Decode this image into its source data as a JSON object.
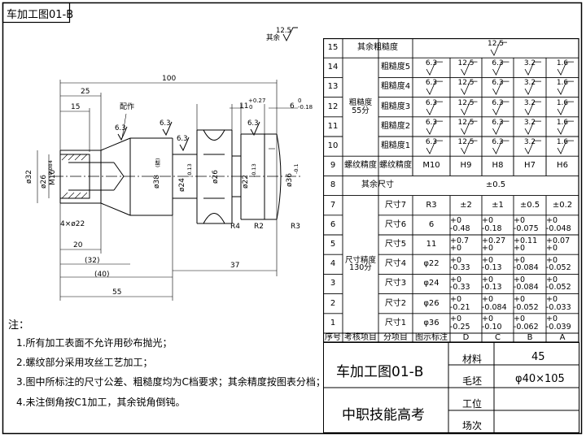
{
  "corner_title": "车加工图01-B",
  "top_roughness": {
    "value": "12.5",
    "label": "其余"
  },
  "drawing": {
    "dims": {
      "d100": "100",
      "d25": "25",
      "d15": "15",
      "d20": "20",
      "d32": "(32)",
      "d40": "(40)",
      "d55": "55",
      "d37": "37",
      "d4x22": "4×ø22",
      "d11": "11",
      "d11_tol": "+0.27",
      "d11_tol2": "0",
      "d6": "6",
      "d6_tol": "0",
      "d6_tol2": "-0.18",
      "dia32": "ø32",
      "dia26": "ø26",
      "dia26_tol": "0",
      "dia26_tol2": "-0.084",
      "m10": "M10",
      "dia38": "ø38",
      "dia38_note": "(精)",
      "dia24": "ø24",
      "dia24_tol": "0",
      "dia24_tol2": "-0.13",
      "dia26b": "ø26",
      "dia22": "ø22",
      "dia22_tol": "0",
      "dia22_tol2": "-0.13",
      "dia36": "ø36",
      "dia36_tol": "0",
      "dia36_tol2": "-0.1",
      "r4": "R4",
      "r2": "R2",
      "r3": "R3",
      "fit": "配作",
      "ra1": "6.3",
      "ra2": "6.3",
      "ra3": "6.3",
      "ra4": "6.3"
    }
  },
  "notes": {
    "head": "注：",
    "items": [
      "1.所有加工表面不允许用砂布抛光；",
      "2.螺纹部分采用攻丝工艺加工；",
      "3.图中所标注的尺寸公差、粗糙度均为C档要求；其余精度按图表分档；",
      "4.未注倒角按C1加工，其余锐角倒钝。"
    ]
  },
  "grade_table": {
    "rows": [
      {
        "no": "15",
        "group": "",
        "item": "其余粗糙度",
        "spec": "",
        "values": [
          "12.5"
        ]
      },
      {
        "no": "14",
        "item": "粗糙度5",
        "spec": "6.3",
        "values": [
          "12.5",
          "6.3",
          "3.2",
          "1.6"
        ]
      },
      {
        "no": "13",
        "item": "粗糙度4",
        "spec": "6.3",
        "values": [
          "12.5",
          "6.3",
          "3.2",
          "1.6"
        ]
      },
      {
        "no": "12",
        "item": "粗糙度3",
        "spec": "6.3",
        "values": [
          "12.5",
          "6.3",
          "3.2",
          "1.6"
        ]
      },
      {
        "no": "11",
        "item": "粗糙度2",
        "spec": "6.3",
        "values": [
          "12.5",
          "6.3",
          "3.2",
          "1.6"
        ]
      },
      {
        "no": "10",
        "item": "粗糙度1",
        "spec": "6.3",
        "values": [
          "12.5",
          "6.3",
          "3.2",
          "1.6"
        ]
      },
      {
        "no": "9",
        "item": "螺纹精度",
        "spec": "M10",
        "values": [
          "H9",
          "H8",
          "H7",
          "H6"
        ]
      },
      {
        "no": "8",
        "item": "其余尺寸",
        "spec": "",
        "values": [
          "±0.5"
        ]
      },
      {
        "no": "7",
        "item": "尺寸7",
        "spec": "R3",
        "values": [
          [
            "±2"
          ],
          [
            "±1"
          ],
          [
            "±0.5"
          ],
          [
            "±0.2"
          ]
        ]
      },
      {
        "no": "6",
        "item": "尺寸6",
        "spec": "6",
        "values": [
          [
            "+0",
            "-0.48"
          ],
          [
            "+0",
            "-0.18"
          ],
          [
            "+0",
            "-0.075"
          ],
          [
            "+0",
            "-0.048"
          ]
        ]
      },
      {
        "no": "5",
        "item": "尺寸5",
        "spec": "11",
        "values": [
          [
            "+0.7",
            "+0"
          ],
          [
            "+0.27",
            "+0"
          ],
          [
            "+0.11",
            "+0"
          ],
          [
            "+0.07",
            "+0"
          ]
        ]
      },
      {
        "no": "4",
        "item": "尺寸4",
        "spec": "φ22",
        "values": [
          [
            "+0",
            "-0.33"
          ],
          [
            "+0",
            "-0.13"
          ],
          [
            "+0",
            "-0.084"
          ],
          [
            "+0",
            "-0.052"
          ]
        ]
      },
      {
        "no": "3",
        "item": "尺寸3",
        "spec": "φ24",
        "values": [
          [
            "+0",
            "-0.33"
          ],
          [
            "+0",
            "-0.13"
          ],
          [
            "+0",
            "-0.084"
          ],
          [
            "+0",
            "-0.052"
          ]
        ]
      },
      {
        "no": "2",
        "item": "尺寸2",
        "spec": "φ26",
        "values": [
          [
            "+0",
            "-0.21"
          ],
          [
            "+0",
            "-0.084"
          ],
          [
            "+0",
            "-0.052"
          ],
          [
            "+0",
            "-0.033"
          ]
        ]
      },
      {
        "no": "1",
        "item": "尺寸1",
        "spec": "φ36",
        "values": [
          [
            "+0",
            "-0.25"
          ],
          [
            "+0",
            "-0.10"
          ],
          [
            "+0",
            "-0.062"
          ],
          [
            "+0",
            "-0.039"
          ]
        ]
      }
    ],
    "group_rough": "粗糙度",
    "group_rough_score": "55分",
    "group_dim": "尺寸精度",
    "group_dim_score": "130分",
    "header": {
      "no": "序号",
      "item": "考核项目",
      "sub": "分项目",
      "spec": "图示标注",
      "grades": [
        "D",
        "C",
        "B",
        "A"
      ]
    }
  },
  "title_block": {
    "drawing_name": "车加工图01-B",
    "school": "中职技能高考",
    "material_label": "材料",
    "material_value": "45",
    "blank_label": "毛坯",
    "blank_value": "φ40×105",
    "station_label": "工位",
    "station_value": "",
    "session_label": "场次",
    "session_value": ""
  }
}
